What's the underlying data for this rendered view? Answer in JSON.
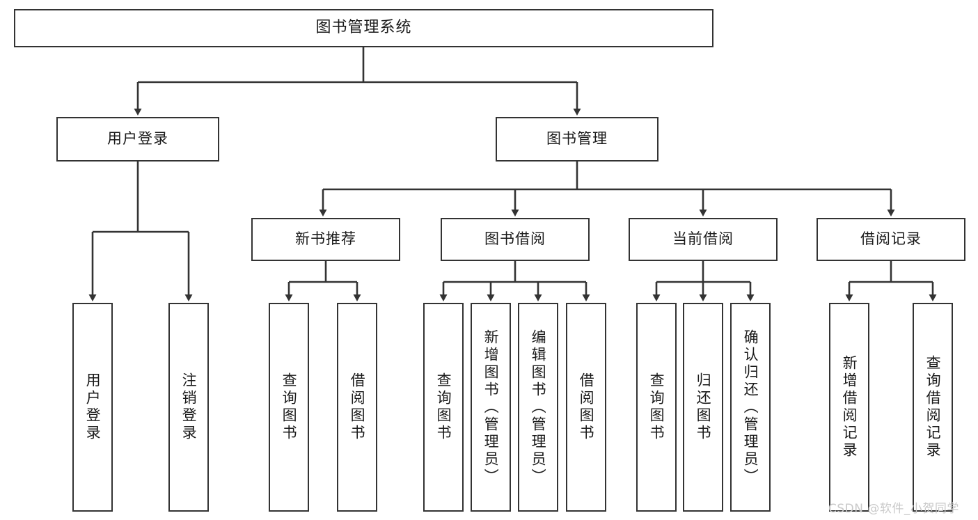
{
  "diagram": {
    "title": "图书管理系统",
    "type": "hierarchy-tree",
    "watermark": "CSDN @软件_小贺同学",
    "colors": {
      "box_border": "#333333",
      "box_fill": "#ffffff",
      "line": "#333333",
      "text": "#1a1a1a",
      "watermark": "#c9c9c9"
    },
    "levels": {
      "root": {
        "label": "图书管理系统"
      },
      "level2": [
        {
          "label": "用户登录"
        },
        {
          "label": "图书管理"
        }
      ],
      "level3": [
        {
          "label": "新书推荐"
        },
        {
          "label": "图书借阅"
        },
        {
          "label": "当前借阅"
        },
        {
          "label": "借阅记录"
        }
      ],
      "leaves": {
        "user_login": [
          {
            "label": "用户登录"
          },
          {
            "label": "注销登录"
          }
        ],
        "new_book": [
          {
            "label": "查询图书"
          },
          {
            "label": "借阅图书"
          }
        ],
        "book_borrow": [
          {
            "label": "查询图书"
          },
          {
            "label": "新增图书（管理员）"
          },
          {
            "label": "编辑图书（管理员）"
          },
          {
            "label": "借阅图书"
          }
        ],
        "current_borrow": [
          {
            "label": "查询图书"
          },
          {
            "label": "归还图书"
          },
          {
            "label": "确认归还（管理员）"
          }
        ],
        "borrow_record": [
          {
            "label": "新增借阅记录"
          },
          {
            "label": "查询借阅记录"
          }
        ]
      }
    }
  }
}
